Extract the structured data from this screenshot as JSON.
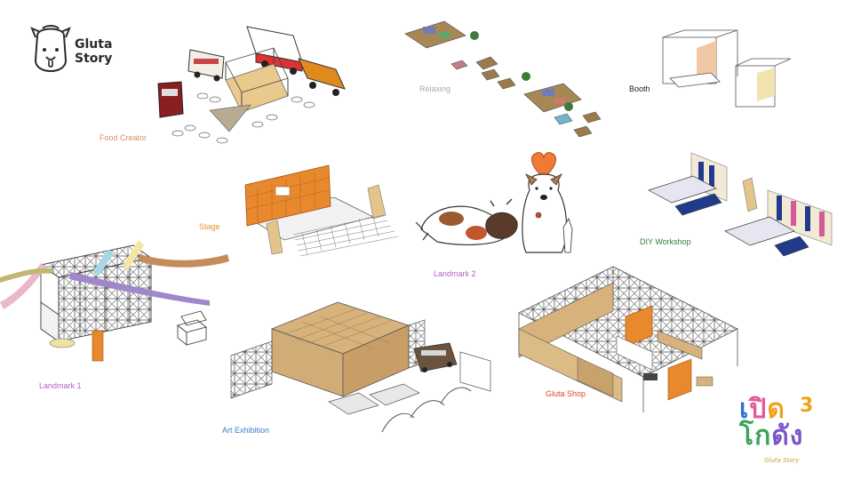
{
  "brand": {
    "name_line1": "Gluta",
    "name_line2": "Story",
    "icon": "dog-face-icon"
  },
  "zones": {
    "food_creator": {
      "label": "Food Creator",
      "color": "#e08a6b"
    },
    "relaxing": {
      "label": "Relaxing",
      "color": "#a9a9a9"
    },
    "booth": {
      "label": "Booth",
      "color": "#222222"
    },
    "stage": {
      "label": "Stage",
      "color": "#e8922d"
    },
    "landmark2": {
      "label": "Landmark 2",
      "color": "#b562c7"
    },
    "diy_workshop": {
      "label": "DIY Workshop",
      "color": "#2e7d3a"
    },
    "landmark1": {
      "label": "Landmark 1",
      "color": "#b562c7"
    },
    "art_exhibition": {
      "label": "Art Exhibition",
      "color": "#3a7fc4"
    },
    "gluta_shop": {
      "label": "Gluta Shop",
      "color": "#d6472b"
    }
  },
  "event_logo": {
    "title_parts": [
      "เ",
      "ปิ",
      "ด",
      "โก",
      "ดัง"
    ],
    "number": "3",
    "subtitle": "Gluta Story"
  }
}
